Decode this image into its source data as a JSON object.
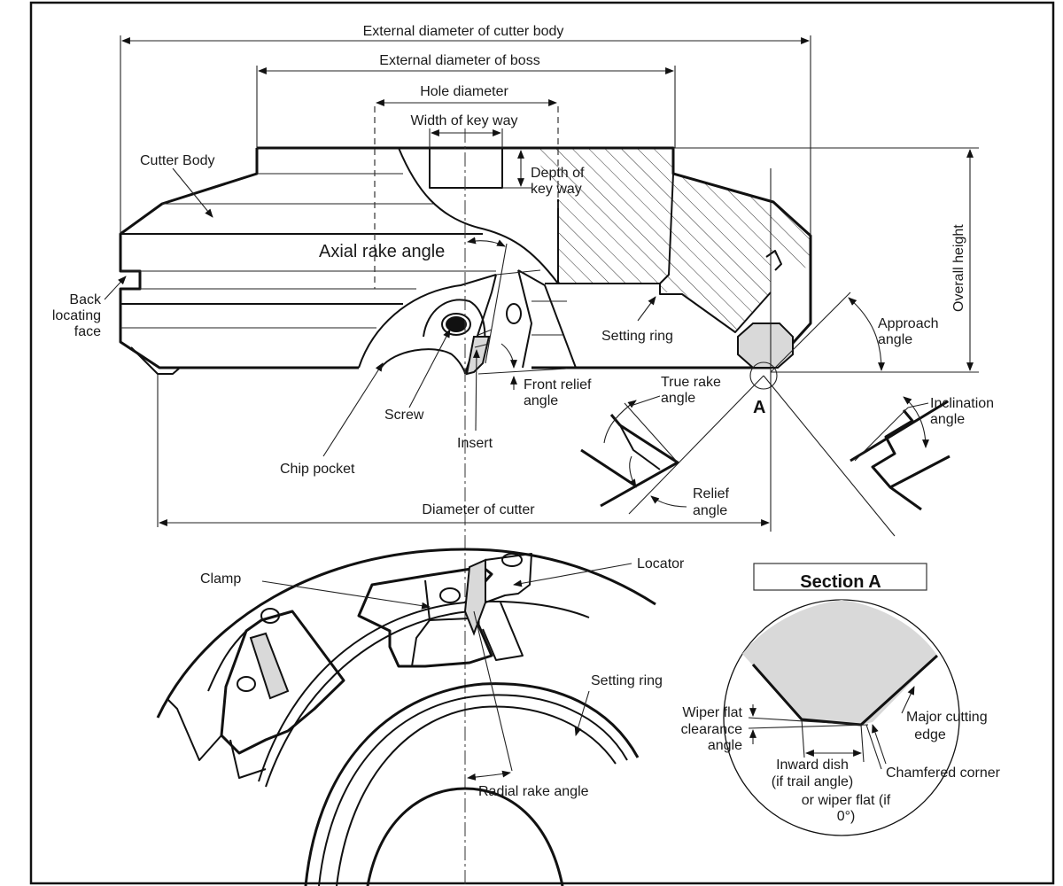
{
  "labels": {
    "ext_body": "External diameter of cutter body",
    "ext_boss": "External diameter of boss",
    "hole": "Hole diameter",
    "key_width": "Width of key way",
    "depth_key_1": "Depth of",
    "depth_key_2": "key  way",
    "cutter_body": "Cutter Body",
    "axial_rake": "Axial rake angle",
    "overall_height": "Overall height",
    "approach_1": "Approach",
    "approach_2": "angle",
    "back_1": "Back",
    "back_2": "locating",
    "back_3": "face",
    "setting_ring_top": "Setting ring",
    "front_relief_1": "Front relief",
    "front_relief_2": "angle",
    "true_rake_1": "True rake",
    "true_rake_2": "angle",
    "point_a": "A",
    "inclination_1": "Inclination",
    "inclination_2": "angle",
    "screw": "Screw",
    "insert": "Insert",
    "chip_pocket": "Chip pocket",
    "relief_1": "Relief",
    "relief_2": "angle",
    "diameter_cutter": "Diameter of cutter",
    "locator": "Locator",
    "clamp": "Clamp",
    "section_a": "Section A",
    "setting_ring_bottom": "Setting ring",
    "wiper_1": "Wiper flat",
    "wiper_2": "clearance",
    "wiper_3": "angle",
    "major_1": "Major cutting",
    "major_2": "edge",
    "inward_1": "Inward dish",
    "inward_2": "(if trail angle)",
    "inward_3": "or wiper flat (if",
    "inward_4": "0°)",
    "chamfered": "Chamfered corner",
    "radial_rake": "Radial rake angle"
  },
  "colors": {
    "line": "#111111",
    "fill_gray": "#d9d9d9",
    "background": "#ffffff"
  }
}
